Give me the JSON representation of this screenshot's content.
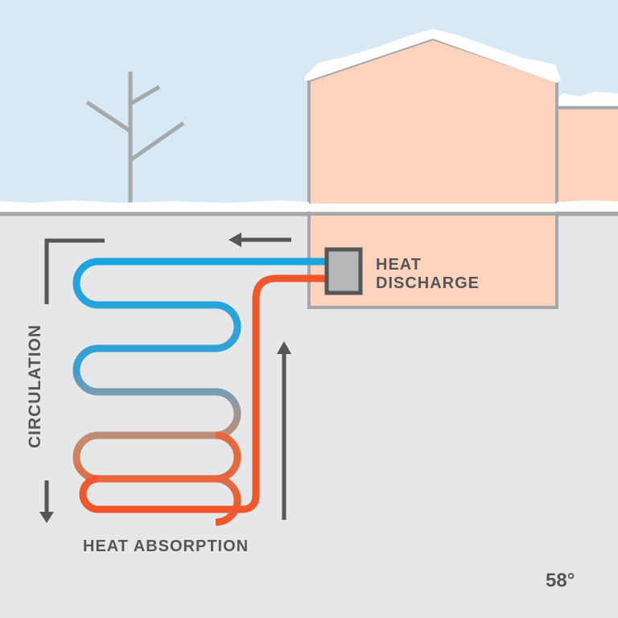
{
  "labels": {
    "heat_discharge_line1": "HEAT",
    "heat_discharge_line2": "DISCHARGE",
    "circulation": "CIRCULATION",
    "heat_absorption": "HEAT ABSORPTION",
    "temperature": "58°"
  },
  "colors": {
    "sky": "#d6e9f4",
    "ground": "#e6e7e9",
    "snow": "#ffffff",
    "house_fill": "#fdd3bd",
    "outline": "#a6a8aa",
    "dark_arrow": "#555657",
    "cold_pipe": "#1ba6e2",
    "hot_pipe": "#f1572a",
    "heat_exchanger": "#b5b7b9"
  }
}
